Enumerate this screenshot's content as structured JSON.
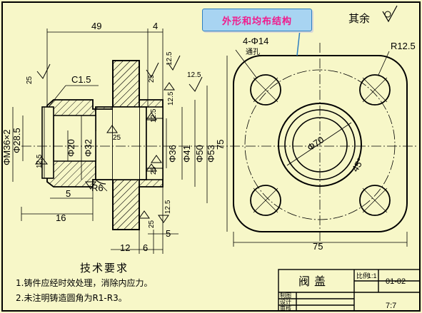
{
  "callout": {
    "label": "外形和均布结构"
  },
  "surface_note": {
    "label": "其余"
  },
  "left_view": {
    "dims": {
      "len_49": "49",
      "len_4": "4",
      "len_5": "5",
      "len_16": "16",
      "len_12": "12",
      "len_6": "6",
      "len_5b": "5",
      "chamfer": "C1.5",
      "thread": "ΦM36×2",
      "d28_5": "Φ28.5",
      "d20": "Φ20",
      "d32": "Φ32",
      "d36": "Φ36",
      "d41": "Φ41",
      "d50": "Φ50",
      "d53": "Φ53",
      "fillet": "R6"
    },
    "roughness": {
      "r25_a": "25",
      "r25_b": "25",
      "r25_c": "25",
      "r25_d": "25",
      "r25_e": "25",
      "r12_5_a": "12.5",
      "r12_5_b": "12.5",
      "r12_5_c": "12.5",
      "r12_5_d": "12.5",
      "r12_5_e": "12.5",
      "r12_5_f": "12.5"
    }
  },
  "right_view": {
    "holes_label": "4-Φ14",
    "holes_sub": "通孔",
    "corner_radius": "R12.5",
    "pcd": "Φ70",
    "angle": "45°",
    "width": "75",
    "height": "75"
  },
  "tech_requirements": {
    "title": "技术要求",
    "item1": "1.铸件应经时效处理，消除内应力。",
    "item2": "2.未注明铸造圆角为R1-R3。"
  },
  "title_block": {
    "part_name": "阀盖",
    "ratio_label": "比例",
    "ratio_value": "1:1",
    "drawing_no": "01-02",
    "row_draw": "制图",
    "row_design": "设计",
    "row_check": "审核",
    "sheet": "7:7"
  }
}
